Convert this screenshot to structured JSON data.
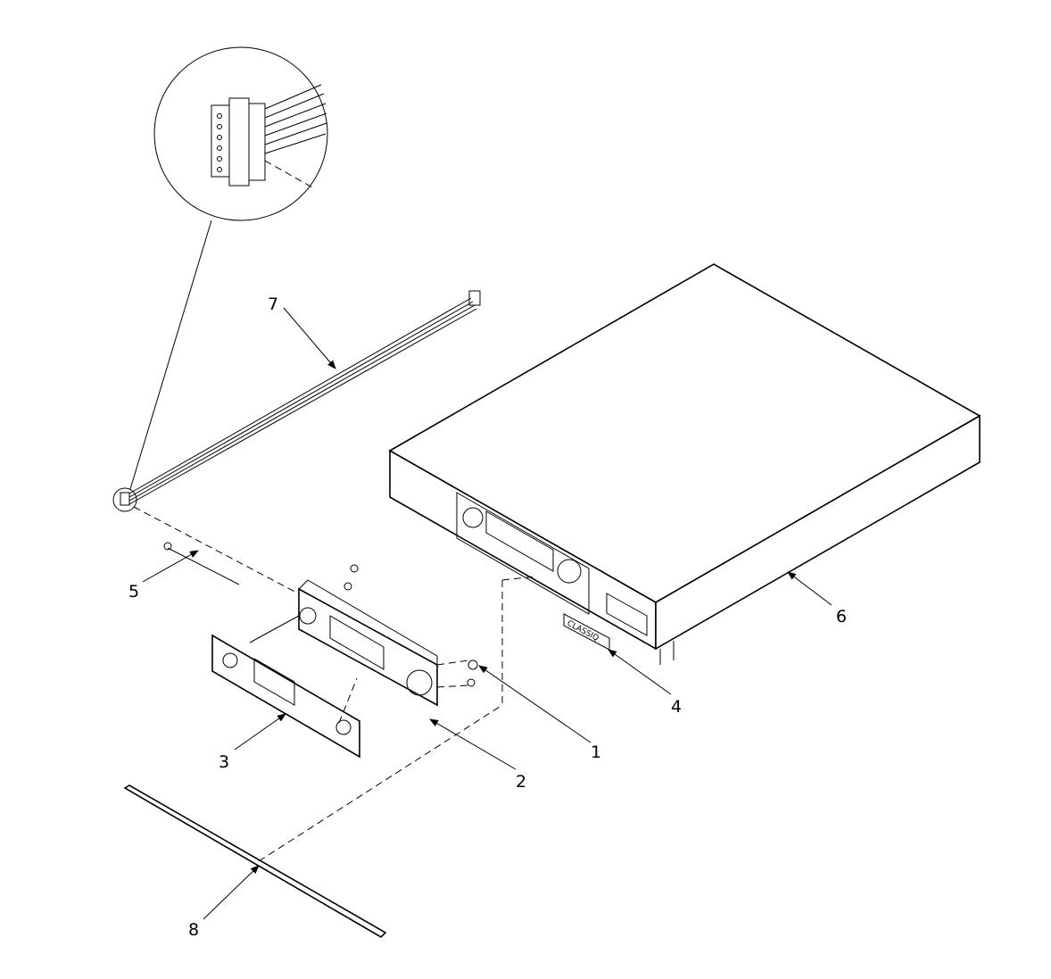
{
  "title": "Exploded parts diagram",
  "colors": {
    "line": "#000000",
    "background": "#ffffff"
  },
  "callouts": [
    {
      "id": "1",
      "label": "1"
    },
    {
      "id": "2",
      "label": "2"
    },
    {
      "id": "3",
      "label": "3"
    },
    {
      "id": "4",
      "label": "4"
    },
    {
      "id": "5",
      "label": "5"
    },
    {
      "id": "6",
      "label": "6"
    },
    {
      "id": "7",
      "label": "7"
    },
    {
      "id": "8",
      "label": "8"
    }
  ],
  "badge_logo_text": "CLASSIQ"
}
